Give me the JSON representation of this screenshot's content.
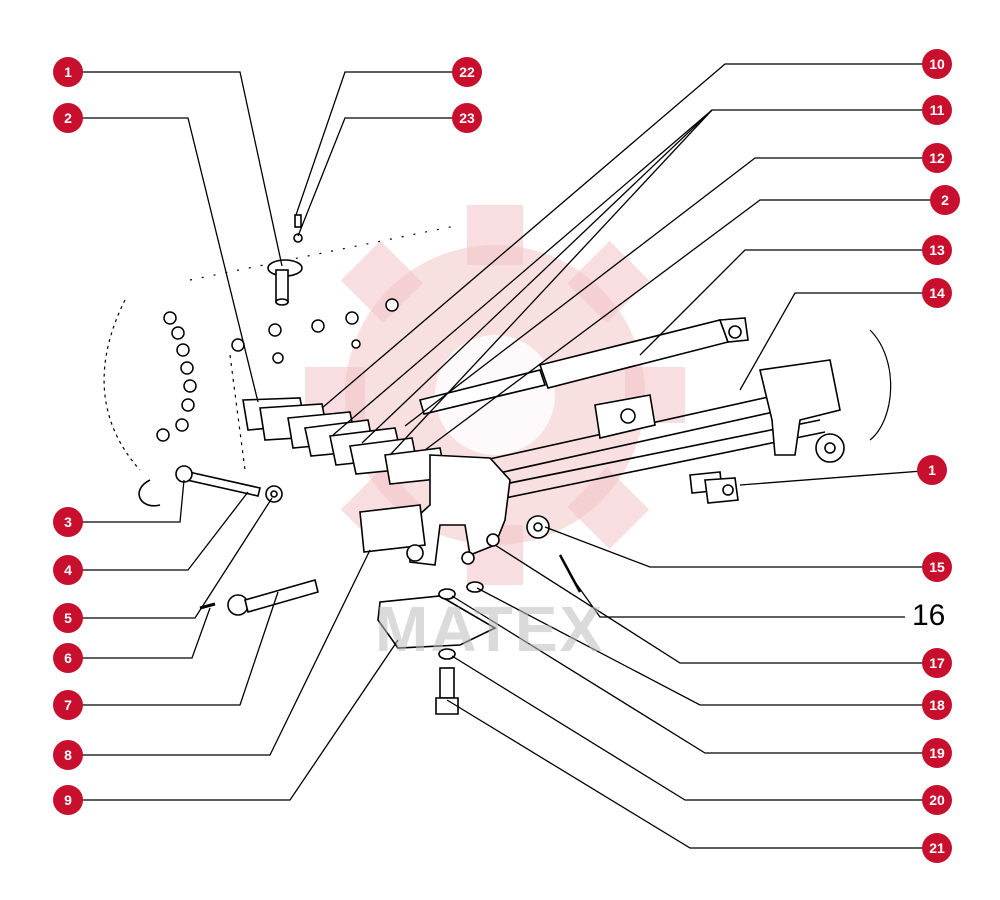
{
  "colors": {
    "callout": "#c8102e",
    "lines": "#000000",
    "watermark": "#e9a3a8"
  },
  "watermark": {
    "text": "MATEX"
  },
  "callouts": [
    {
      "id": "1",
      "text": "1"
    },
    {
      "id": "2",
      "text": "2"
    },
    {
      "id": "22",
      "text": "22"
    },
    {
      "id": "23",
      "text": "23"
    },
    {
      "id": "10",
      "text": "10"
    },
    {
      "id": "11",
      "text": "11"
    },
    {
      "id": "12",
      "text": "12"
    },
    {
      "id": "2b",
      "text": "2"
    },
    {
      "id": "13",
      "text": "13"
    },
    {
      "id": "14",
      "text": "14"
    },
    {
      "id": "1b",
      "text": "1"
    },
    {
      "id": "3",
      "text": "3"
    },
    {
      "id": "4",
      "text": "4"
    },
    {
      "id": "5",
      "text": "5"
    },
    {
      "id": "6",
      "text": "6"
    },
    {
      "id": "7",
      "text": "7"
    },
    {
      "id": "8",
      "text": "8"
    },
    {
      "id": "9",
      "text": "9"
    },
    {
      "id": "15",
      "text": "15"
    },
    {
      "id": "17",
      "text": "17"
    },
    {
      "id": "18",
      "text": "18"
    },
    {
      "id": "19",
      "text": "19"
    },
    {
      "id": "20",
      "text": "20"
    },
    {
      "id": "21",
      "text": "21"
    }
  ],
  "plain_labels": [
    {
      "id": "16",
      "text": "16"
    }
  ]
}
